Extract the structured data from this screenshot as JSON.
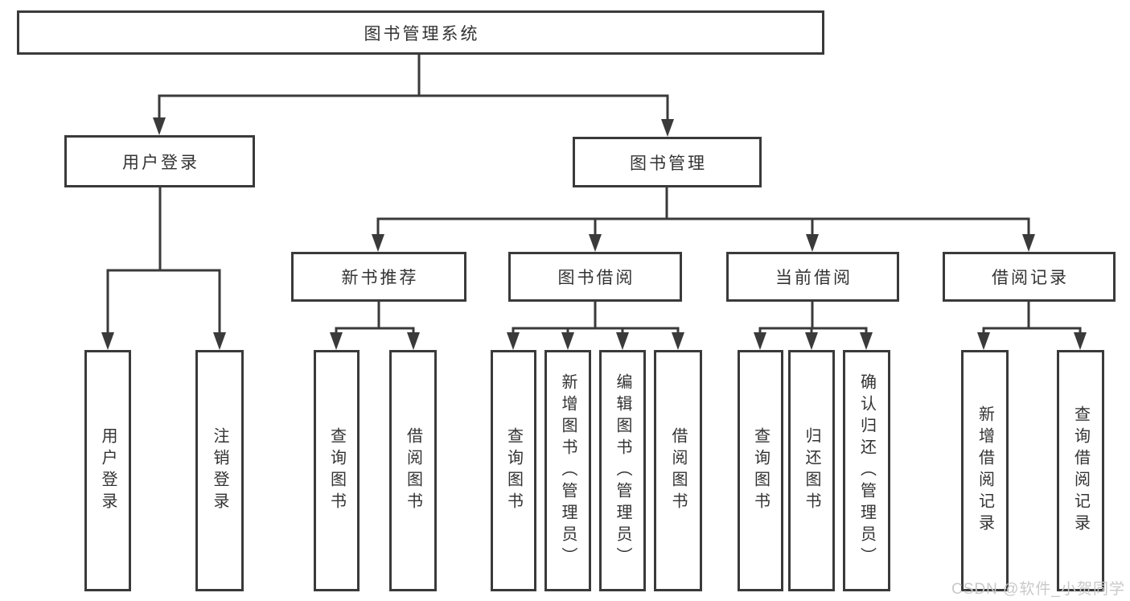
{
  "root_label": "图书管理系统",
  "level1": [
    {
      "label": "用户登录"
    },
    {
      "label": "图书管理"
    }
  ],
  "level2": [
    {
      "label": "新书推荐"
    },
    {
      "label": "图书借阅"
    },
    {
      "label": "当前借阅"
    },
    {
      "label": "借阅记录"
    }
  ],
  "leaves": [
    {
      "label": "用户登录"
    },
    {
      "label": "注销登录"
    },
    {
      "label": "查询图书"
    },
    {
      "label": "借阅图书"
    },
    {
      "label": "查询图书"
    },
    {
      "label": "新增图书（管理员）"
    },
    {
      "label": "编辑图书（管理员）"
    },
    {
      "label": "借阅图书"
    },
    {
      "label": "查询图书"
    },
    {
      "label": "归还图书"
    },
    {
      "label": "确认归还（管理员）"
    },
    {
      "label": "新增借阅记录"
    },
    {
      "label": "查询借阅记录"
    }
  ],
  "watermark": "CSDN @软件_小贺同学",
  "colors": {
    "line": "#3a3a3a",
    "text": "#333333",
    "watermark": "#c9c9c9"
  }
}
